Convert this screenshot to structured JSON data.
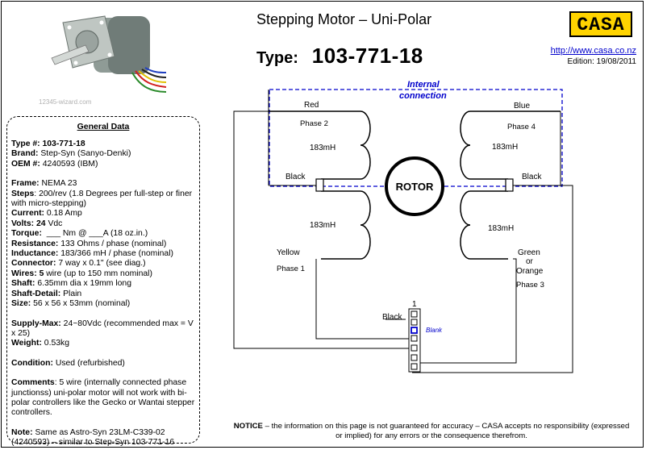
{
  "header": {
    "title": "Stepping Motor – Uni-Polar",
    "type_label": "Type:",
    "type_number": "103-771-18",
    "logo_text": "CASA",
    "url": "http://www.casa.co.nz",
    "edition": "Edition: 19/08/2011"
  },
  "photo": {
    "watermark": "12345-wizard.com"
  },
  "general_data": {
    "title": "General Data",
    "type_label": "Type #:",
    "type_value": "103-771-18",
    "brand_label": "Brand:",
    "brand_value": "Step-Syn (Sanyo-Denki)",
    "oem_label": "OEM #:",
    "oem_value": "4240593 (IBM)",
    "frame_label": "Frame:",
    "frame_value": "NEMA 23",
    "steps_label": "Steps",
    "steps_value": ": 200/rev (1.8 Degrees per full-step or finer with micro-stepping)",
    "current_label": "Current:",
    "current_value": "0.18 Amp",
    "volts_label": "Volts:",
    "volts_value_bold": "24",
    "volts_value": "Vdc",
    "torque_label": "Torque:",
    "torque_value": "___ Nm @ ___A (18 oz.in.)",
    "resistance_label": "Resistance:",
    "resistance_value": "133 Ohms / phase (nominal)",
    "inductance_label": "Inductance:",
    "inductance_value": "183/366 mH / phase (nominal)",
    "connector_label": "Connector:",
    "connector_value": "7 way x 0.1\" (see diag.)",
    "wires_label": "Wires:",
    "wires_value_bold": "5",
    "wires_value": "wire (up to 150 mm nominal)",
    "shaft_label": "Shaft:",
    "shaft_value": "6.35mm dia x 19mm long",
    "shaft_detail_label": "Shaft-Detail:",
    "shaft_detail_value": "Plain",
    "size_label": "Size:",
    "size_value": "56 x 56 x 53mm (nominal)",
    "supply_label": "Supply-Max:",
    "supply_value": "24~80Vdc (recommended max = V x 25)",
    "weight_label": "Weight:",
    "weight_value": "0.53kg",
    "condition_label": "Condition:",
    "condition_value": "Used (refurbished)",
    "comments_label": "Comments",
    "comments_value": ": 5 wire (internally connected phase junctionss) uni-polar motor will not work with bi-polar controllers like the Gecko or Wantai stepper controllers.",
    "note_label": "Note:",
    "note_value": "Same as Astro-Syn 23LM-C339-02 (4240593) – similar to Step-Syn 103-771-16"
  },
  "diagram": {
    "internal_label_1": "Internal",
    "internal_label_2": "connection",
    "rotor_label": "ROTOR",
    "left_top": {
      "wire": "Red",
      "phase": "Phase 2",
      "inductance": "183mH",
      "tap": "Black"
    },
    "left_bottom": {
      "inductance": "183mH",
      "wire": "Yellow",
      "phase": "Phase 1"
    },
    "right_top": {
      "wire": "Blue",
      "phase": "Phase 4",
      "inductance": "183mH",
      "tap": "Black"
    },
    "right_bottom": {
      "inductance": "183mH",
      "wire_1": "Green",
      "wire_2": "or",
      "wire_3": "Orange",
      "phase": "Phase 3"
    },
    "connector": {
      "pin_number": "1",
      "black_label": "Black",
      "blank_label": "Blank"
    },
    "accent_color": "#0000cc"
  },
  "notice": {
    "label": "NOTICE",
    "text": " – the information on this page is not guaranteed for accuracy – CASA accepts no responsibility (expressed or implied) for any errors or the consequence therefrom."
  }
}
